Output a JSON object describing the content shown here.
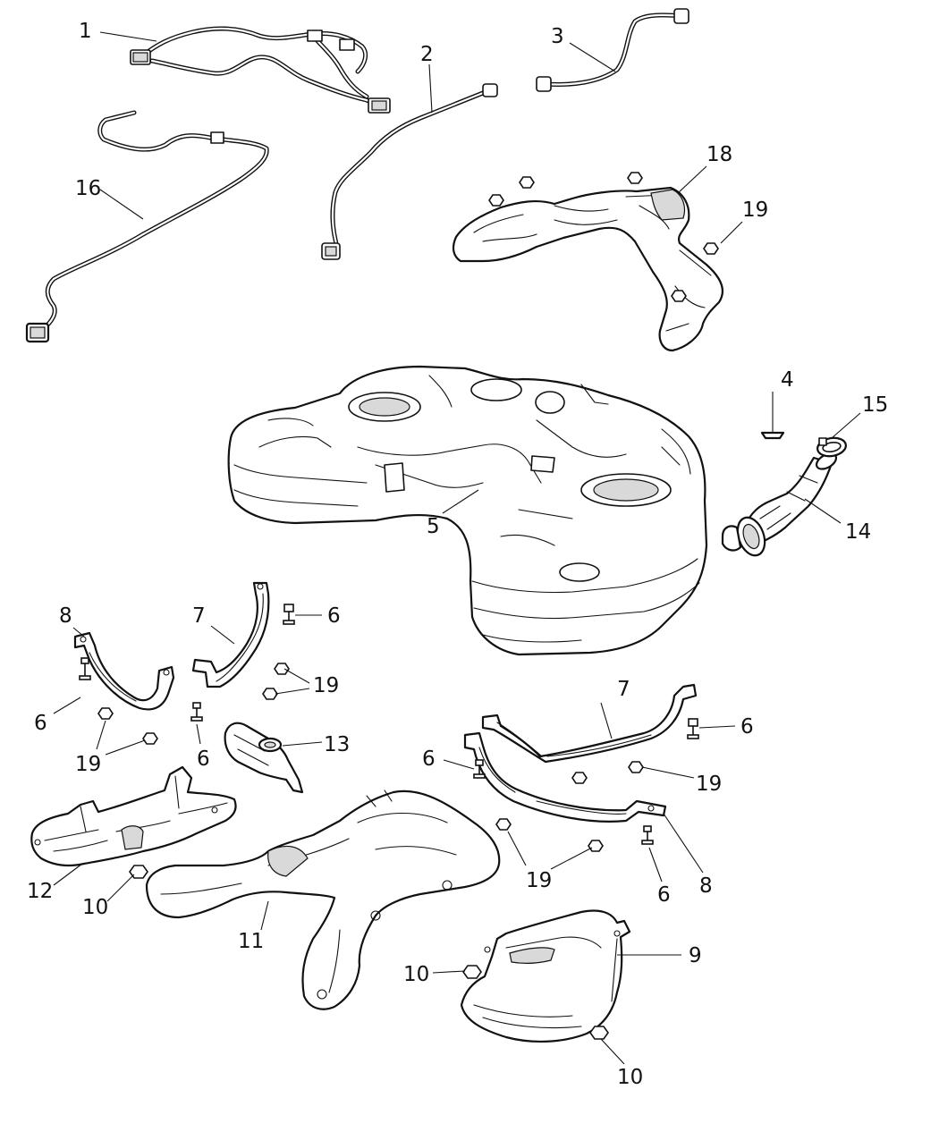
{
  "callouts": [
    {
      "id": "c1",
      "label": "1"
    },
    {
      "id": "c2",
      "label": "2"
    },
    {
      "id": "c3",
      "label": "3"
    },
    {
      "id": "c4",
      "label": "4"
    },
    {
      "id": "c5",
      "label": "5"
    },
    {
      "id": "c6a",
      "label": "6"
    },
    {
      "id": "c6b",
      "label": "6"
    },
    {
      "id": "c6c",
      "label": "6"
    },
    {
      "id": "c6d",
      "label": "6"
    },
    {
      "id": "c6e",
      "label": "6"
    },
    {
      "id": "c6f",
      "label": "6"
    },
    {
      "id": "c7a",
      "label": "7"
    },
    {
      "id": "c7b",
      "label": "7"
    },
    {
      "id": "c8a",
      "label": "8"
    },
    {
      "id": "c8b",
      "label": "8"
    },
    {
      "id": "c9",
      "label": "9"
    },
    {
      "id": "c10a",
      "label": "10"
    },
    {
      "id": "c10b",
      "label": "10"
    },
    {
      "id": "c10c",
      "label": "10"
    },
    {
      "id": "c11",
      "label": "11"
    },
    {
      "id": "c12",
      "label": "12"
    },
    {
      "id": "c13",
      "label": "13"
    },
    {
      "id": "c14",
      "label": "14"
    },
    {
      "id": "c15",
      "label": "15"
    },
    {
      "id": "c16",
      "label": "16"
    },
    {
      "id": "c18",
      "label": "18"
    },
    {
      "id": "c19a",
      "label": "19"
    },
    {
      "id": "c19b",
      "label": "19"
    },
    {
      "id": "c19c",
      "label": "19"
    },
    {
      "id": "c19d",
      "label": "19"
    },
    {
      "id": "c19e",
      "label": "19"
    }
  ]
}
